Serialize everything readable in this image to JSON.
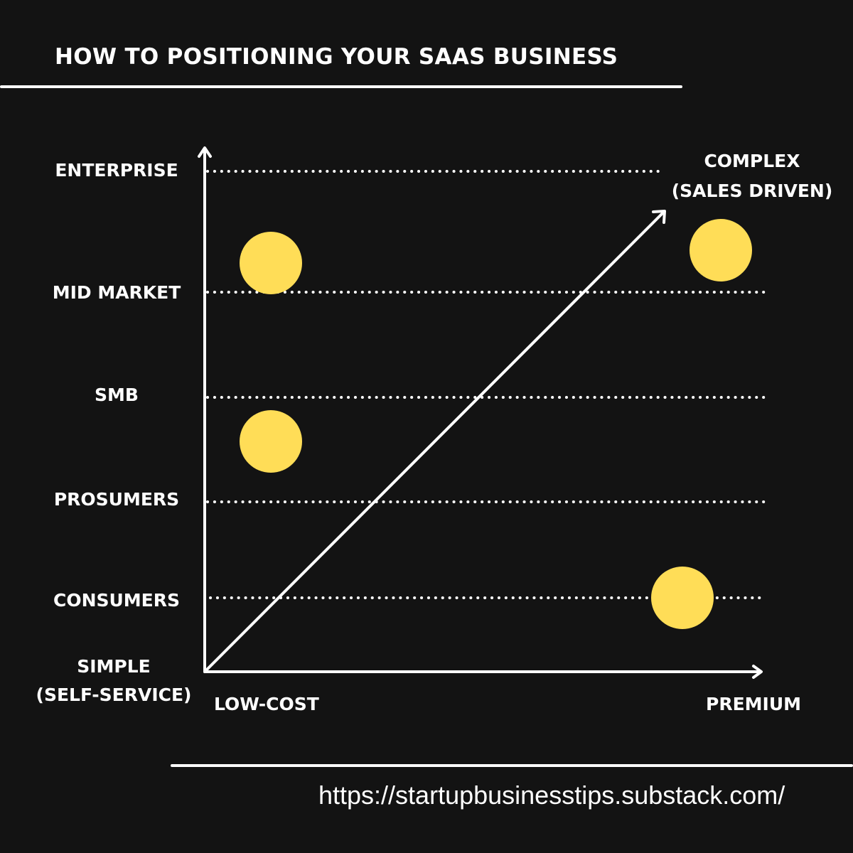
{
  "title": "HOW TO POSITIONING YOUR SAAS BUSINESS",
  "colors": {
    "background": "#131313",
    "foreground": "#ffffff",
    "dot": "#FFDD57"
  },
  "y_axis": {
    "labels": [
      "ENTERPRISE",
      "MID MARKET",
      "SMB",
      "PROSUMERS",
      "CONSUMERS"
    ],
    "bottom_label": [
      "SIMPLE",
      "(SELF-SERVICE)"
    ],
    "top_label": [
      "COMPLEX",
      "(SALES DRIVEN)"
    ]
  },
  "x_axis": {
    "left_label": "LOW-COST",
    "right_label": "PREMIUM"
  },
  "footer": {
    "url": "https://startupbusinesstips.substack.com/"
  }
}
